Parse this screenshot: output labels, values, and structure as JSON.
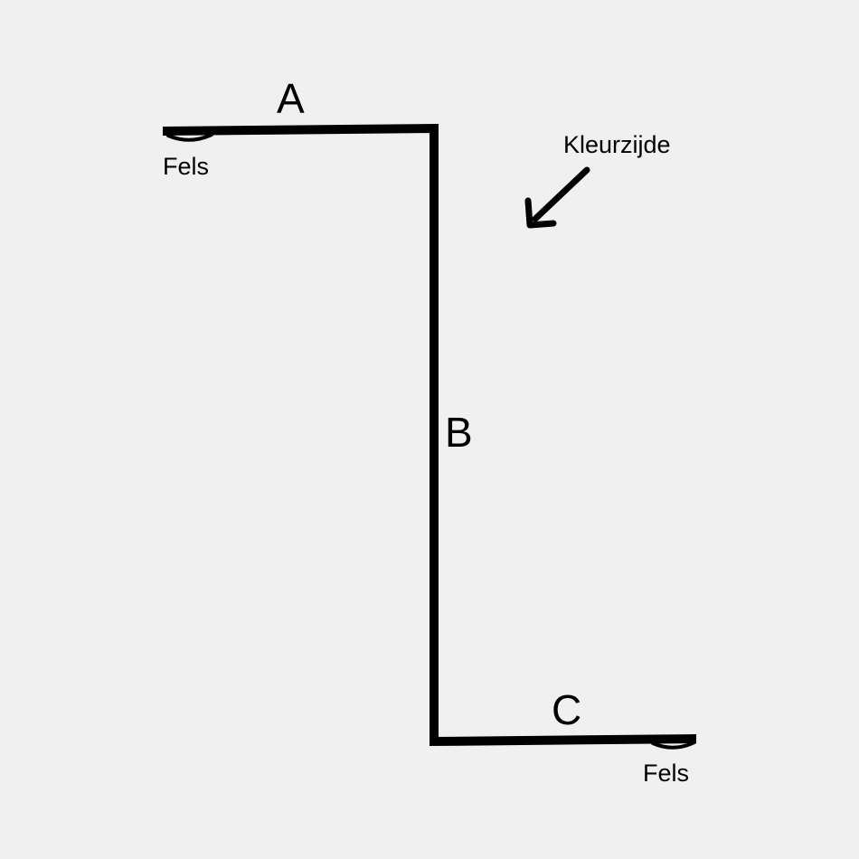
{
  "diagram": {
    "segments": {
      "a": "A",
      "b": "B",
      "c": "C"
    },
    "hems": {
      "top": "Fels",
      "bottom": "Fels"
    },
    "color_side": "Kleurzijde"
  },
  "colors": {
    "background": "#f0f0f0",
    "stroke": "#000000"
  }
}
